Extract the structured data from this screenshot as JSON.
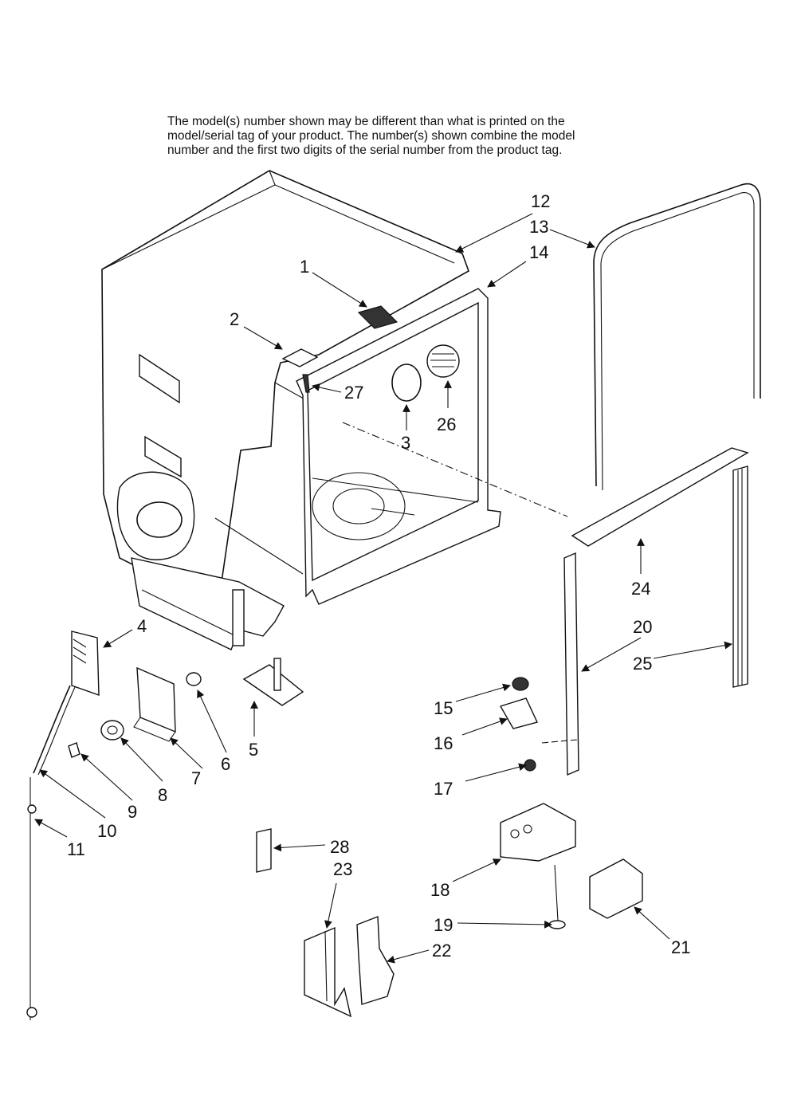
{
  "note": {
    "line1": "The model(s) number shown may be different than what is printed on the",
    "line2": "model/serial tag of your product. The number(s) shown combine the model",
    "line3": "number and the first two digits of the serial number from the product tag."
  },
  "callouts": [
    "1",
    "2",
    "3",
    "4",
    "5",
    "6",
    "7",
    "8",
    "9",
    "10",
    "11",
    "12",
    "13",
    "14",
    "15",
    "16",
    "17",
    "18",
    "19",
    "20",
    "21",
    "22",
    "23",
    "24",
    "25",
    "26",
    "27",
    "28"
  ],
  "colors": {
    "ink": "#111111",
    "background": "#ffffff"
  }
}
